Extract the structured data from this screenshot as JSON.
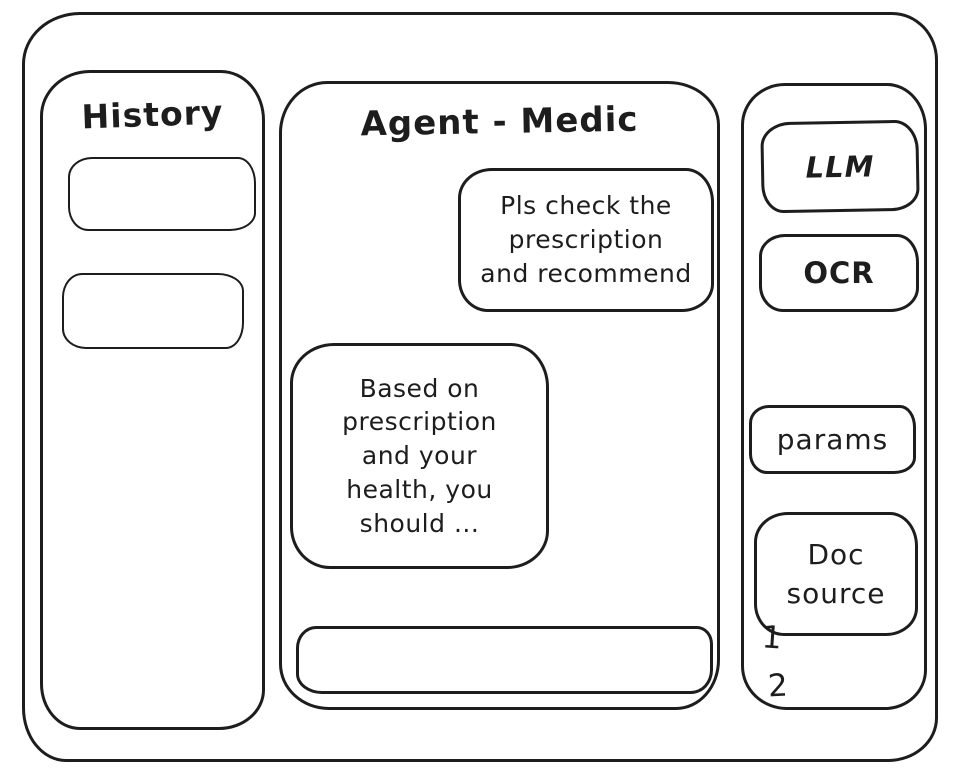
{
  "window": {
    "background": "#ffffff",
    "stroke_color": "#1d1d1d"
  },
  "history_panel": {
    "title": "History",
    "items": [
      {
        "label": ""
      },
      {
        "label": ""
      }
    ]
  },
  "chat_panel": {
    "title": "Agent - Medic",
    "messages": [
      {
        "role": "user",
        "text": "Pls check the\nprescription\nand recommend"
      },
      {
        "role": "assistant",
        "text": "Based on\nprescription\nand your\nhealth, you\nshould ..."
      }
    ],
    "input": {
      "value": ""
    }
  },
  "tools_panel": {
    "buttons": [
      {
        "id": "llm",
        "label": "LLM"
      },
      {
        "id": "ocr",
        "label": "OCR"
      },
      {
        "id": "params",
        "label": "params"
      },
      {
        "id": "doc-source",
        "label": "Doc\nsource"
      }
    ],
    "doc_sources": [
      "1",
      "2"
    ]
  }
}
